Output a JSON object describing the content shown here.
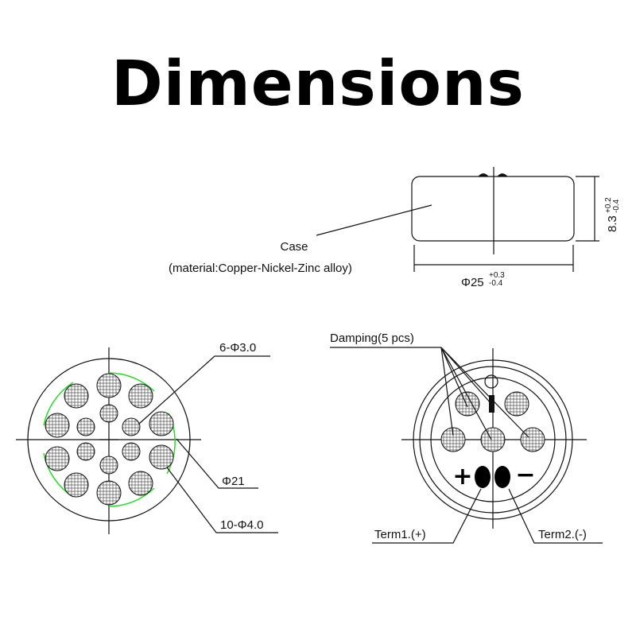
{
  "title": "Dimensions",
  "side_view": {
    "case_label": "Case",
    "material_label": "(material:Copper-Nickel-Zinc alloy)",
    "height_dim": {
      "value": "8.3",
      "tol_plus": "+0.2",
      "tol_minus": "-0.4"
    },
    "diameter_dim": {
      "value": "Φ25",
      "tol_plus": "+0.3",
      "tol_minus": "-0.4"
    }
  },
  "front_view": {
    "small_holes_label": "6-Φ3.0",
    "circle_label": "Φ21",
    "large_holes_label": "10-Φ4.0"
  },
  "back_view": {
    "damping_label": "Damping(5 pcs)",
    "term1_label": "Term1.(+)",
    "term2_label": "Term2.(-)",
    "plus_symbol": "+",
    "minus_symbol": "−"
  }
}
